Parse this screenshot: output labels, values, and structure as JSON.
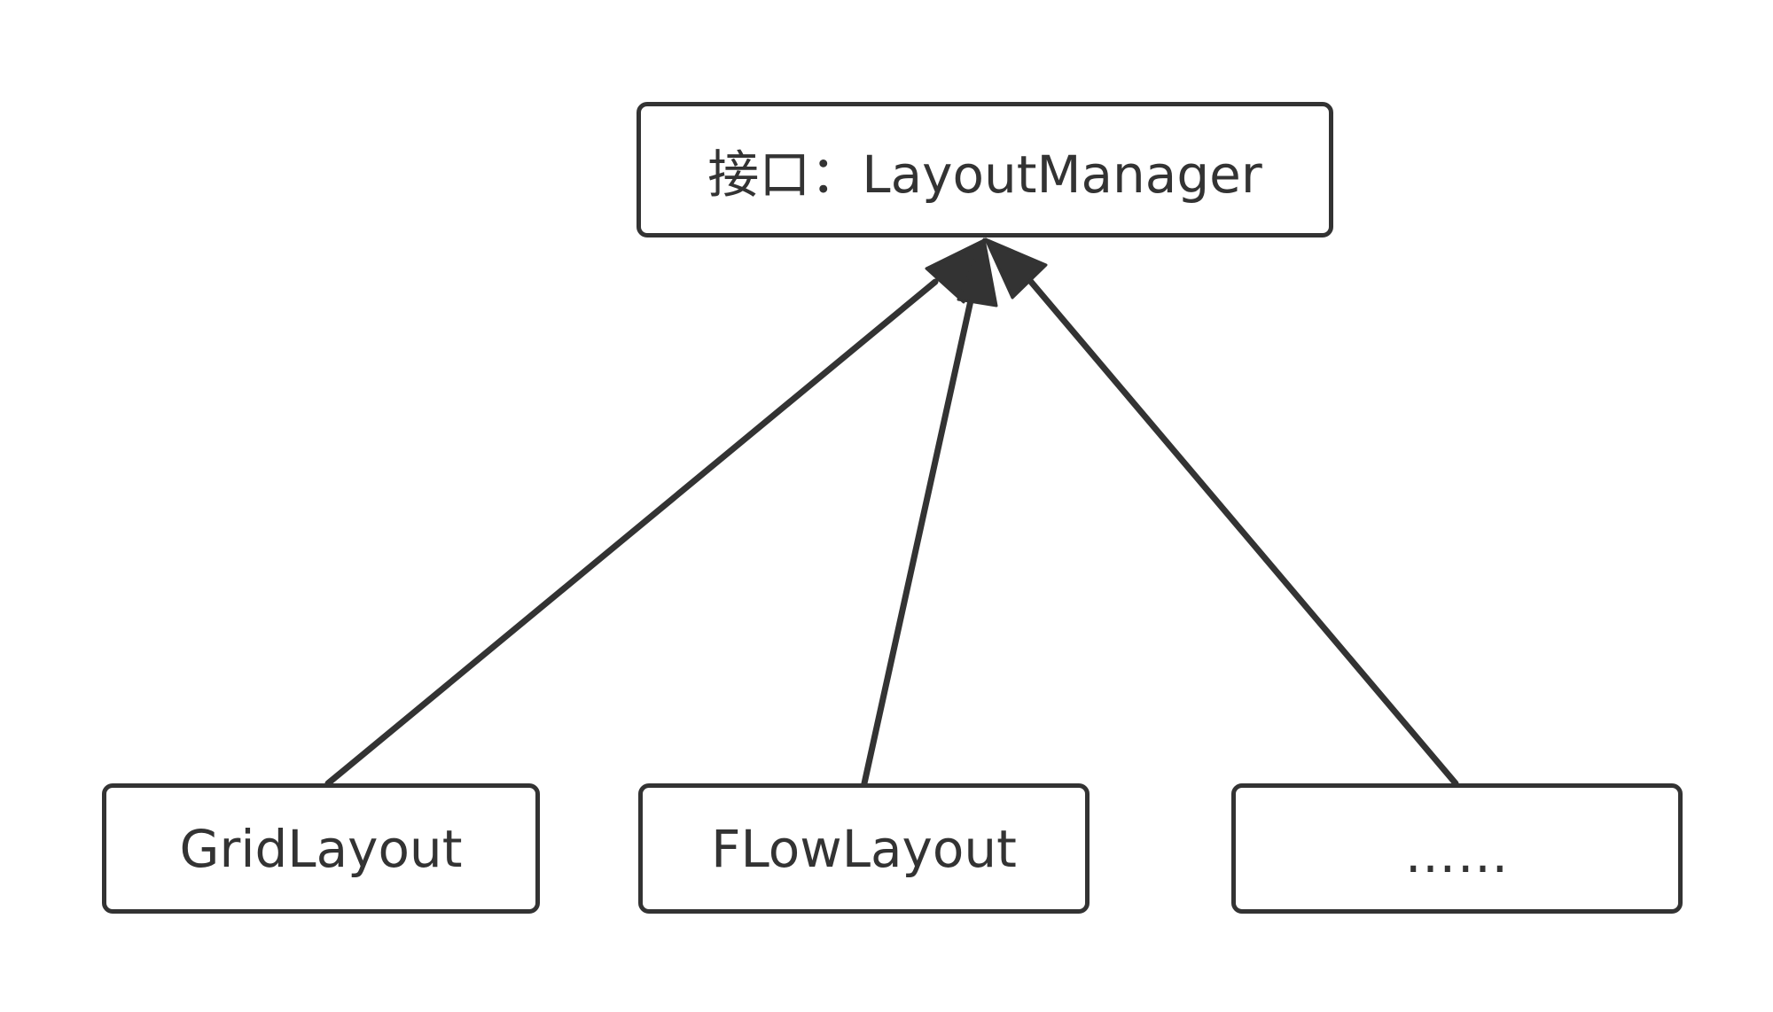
{
  "diagram": {
    "nodes": {
      "interface": {
        "label": "接口：LayoutManager"
      },
      "grid": {
        "label": "GridLayout"
      },
      "flow": {
        "label": "FLowLayout"
      },
      "more": {
        "label": "……"
      }
    },
    "edges": [
      {
        "from": "GridLayout",
        "to": "接口：LayoutManager"
      },
      {
        "from": "FLowLayout",
        "to": "接口：LayoutManager"
      },
      {
        "from": "……",
        "to": "接口：LayoutManager"
      }
    ],
    "colors": {
      "stroke": "#333333",
      "text": "#333333",
      "background": "#ffffff"
    }
  }
}
